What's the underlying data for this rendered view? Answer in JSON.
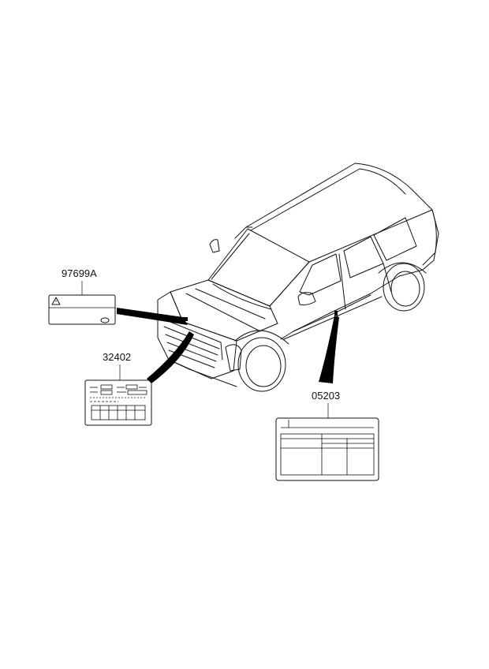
{
  "parts": [
    {
      "id": "label-warning",
      "part_number": "97699A"
    },
    {
      "id": "label-emission",
      "part_number": "32402"
    },
    {
      "id": "label-tire-pressure",
      "part_number": "05203"
    }
  ]
}
